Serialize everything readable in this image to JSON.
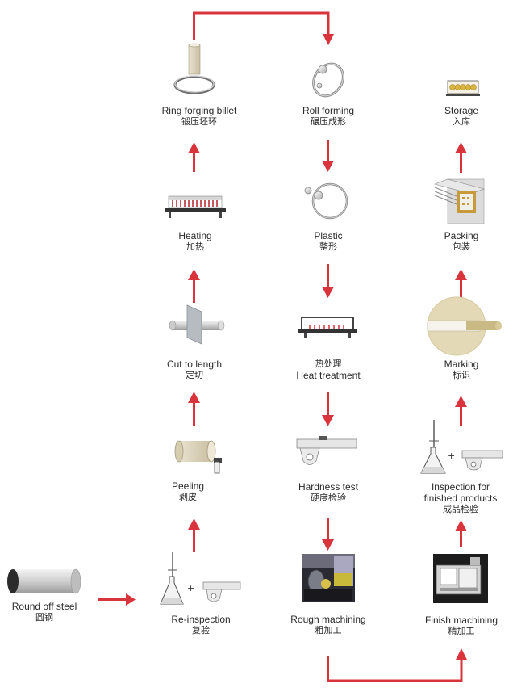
{
  "colors": {
    "arrow": "#d9343c",
    "steel": "#c8c8c8",
    "steel_dark": "#6e6e6e",
    "heater": "#b6202a",
    "label": "#2a2a2a"
  },
  "steps": {
    "round_steel": {
      "en": "Round off steel",
      "zh": "圆钢",
      "icon": "steel-bar-icon"
    },
    "re_inspection": {
      "en": "Re-inspection",
      "zh": "复验",
      "icon": "flask-and-gauge-icon",
      "plus": "+"
    },
    "peeling": {
      "en": "Peeling",
      "zh": "剥皮",
      "icon": "peeling-roller-icon"
    },
    "cut_to_length": {
      "en": "Cut to length",
      "zh": "定切",
      "icon": "saw-cut-icon"
    },
    "heating": {
      "en": "Heating",
      "zh": "加热",
      "icon": "furnace-icon"
    },
    "ring_billet": {
      "en": "Ring forging billet",
      "zh": "锻压坯环",
      "icon": "billet-ring-icon"
    },
    "roll_forming": {
      "en": "Roll forming",
      "zh": "碾压成形",
      "icon": "roll-ring-icon"
    },
    "plastic": {
      "en": "Plastic",
      "zh": "整形",
      "icon": "shaping-ring-icon"
    },
    "heat_treatment": {
      "zh": "热处理",
      "en": "Heat treatment",
      "icon": "heat-furnace-icon"
    },
    "hardness_test": {
      "en": "Hardness test",
      "zh": "硬度检验",
      "icon": "hardness-gauge-icon"
    },
    "rough_machining": {
      "en": "Rough machining",
      "zh": "粗加工",
      "icon": "lathe-photo-icon"
    },
    "finish_machining": {
      "en": "Finish machining",
      "zh": "精加工",
      "icon": "cnc-machine-icon"
    },
    "inspection_finished": {
      "en1": "Inspection for",
      "en2": "finished products",
      "zh": "成品检验",
      "icon": "flask-and-gauge-icon",
      "plus": "+"
    },
    "marking": {
      "en": "Marking",
      "zh": "标识",
      "icon": "marking-icon"
    },
    "packing": {
      "en": "Packing",
      "zh": "包装",
      "icon": "packing-box-icon"
    },
    "storage": {
      "en": "Storage",
      "zh": "入库",
      "icon": "storage-rack-icon"
    }
  }
}
